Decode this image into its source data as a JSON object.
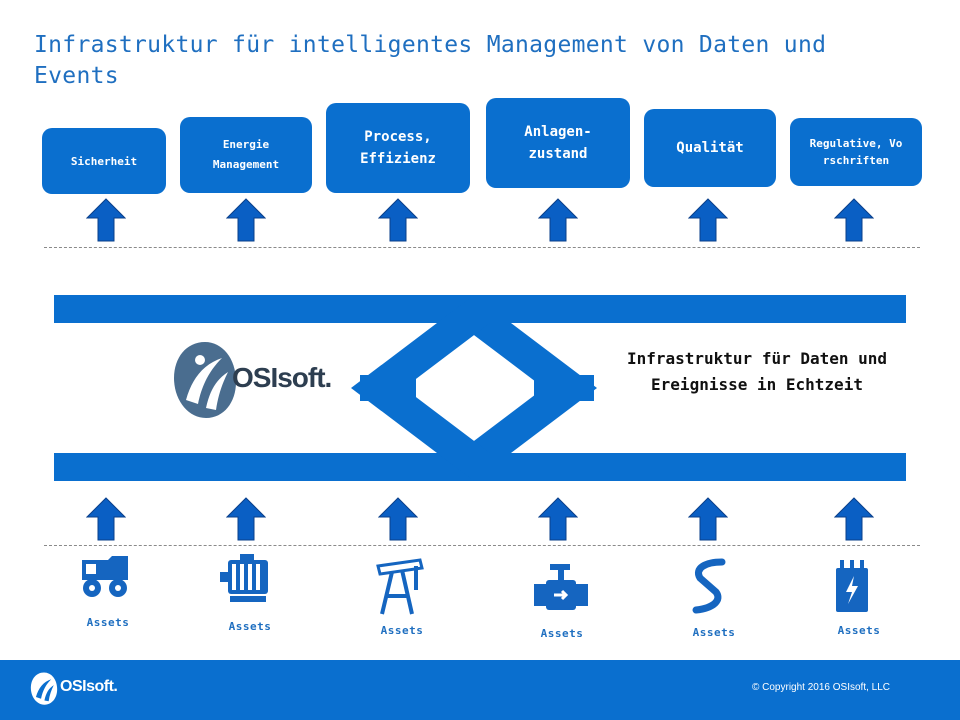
{
  "slide": {
    "title": "Infrastruktur für intelligentes Management von Daten und Events"
  },
  "categories": [
    {
      "label": "Sicherheit"
    },
    {
      "label": "Energie Management"
    },
    {
      "label": "Process, Effizienz"
    },
    {
      "label": "Anlagen-zustand"
    },
    {
      "label": "Qualität"
    },
    {
      "label": "Regulative, Vorschriften"
    }
  ],
  "infrastructure": {
    "logo_text": "OSIsoft.",
    "description": "Infrastruktur für Daten und Ereignisse in Echtzeit"
  },
  "assets": [
    {
      "label": "Assets",
      "icon": "dump-truck-icon"
    },
    {
      "label": "Assets",
      "icon": "motor-icon"
    },
    {
      "label": "Assets",
      "icon": "pump-jack-icon"
    },
    {
      "label": "Assets",
      "icon": "valve-icon"
    },
    {
      "label": "Assets",
      "icon": "pipe-icon"
    },
    {
      "label": "Assets",
      "icon": "transformer-icon"
    }
  ],
  "footer": {
    "logo_text": "OSIsoft.",
    "copyright": "© Copyright 2016 OSIsoft, LLC"
  },
  "colors": {
    "brand_blue": "#0a6fcf",
    "title_blue": "#1f6fc0",
    "arrow_blue": "#0a5fc4"
  }
}
